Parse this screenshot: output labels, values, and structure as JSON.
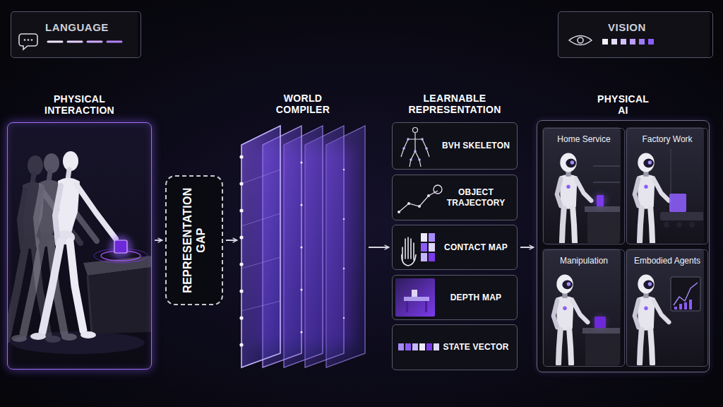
{
  "diagram": {
    "nodes": [
      {
        "text": [
          "LANGUAGE"
        ]
      },
      {
        "text": [
          "VISION"
        ]
      },
      {
        "text": [
          "PHYSICAL INTERACTION"
        ]
      },
      {
        "text": [
          "REPRESENTATION GAP"
        ]
      },
      {
        "text": [
          "WORLD COMPILER"
        ]
      },
      {
        "text": [
          "BVH SKELETON"
        ]
      },
      {
        "text": [
          "OBJECT TRAJECTORY"
        ]
      },
      {
        "text": [
          "CONTACT MAP"
        ]
      },
      {
        "text": [
          "DEPTH MAP"
        ]
      },
      {
        "text": [
          "STATE VECTOR"
        ]
      },
      {
        "text": [
          "PHYSICAL AI"
        ]
      },
      {
        "text": [
          "Home Service"
        ],
        "in": 10
      },
      {
        "text": [
          "Factory Work"
        ],
        "in": 10
      },
      {
        "text": [
          "Manipulation"
        ],
        "in": 10
      },
      {
        "text": [
          "Embodied Agents"
        ],
        "in": 10
      }
    ],
    "edges": [
      {
        "from": 2,
        "to": 3,
        "arrow": "to"
      },
      {
        "from": 3,
        "to": 4,
        "arrow": "to"
      },
      {
        "from": 4,
        "to": 7,
        "arrow": "to"
      },
      {
        "from": 7,
        "to": 10,
        "arrow": "to"
      }
    ],
    "labels": [
      "LEARNABLE REPRESENTATION"
    ]
  }
}
